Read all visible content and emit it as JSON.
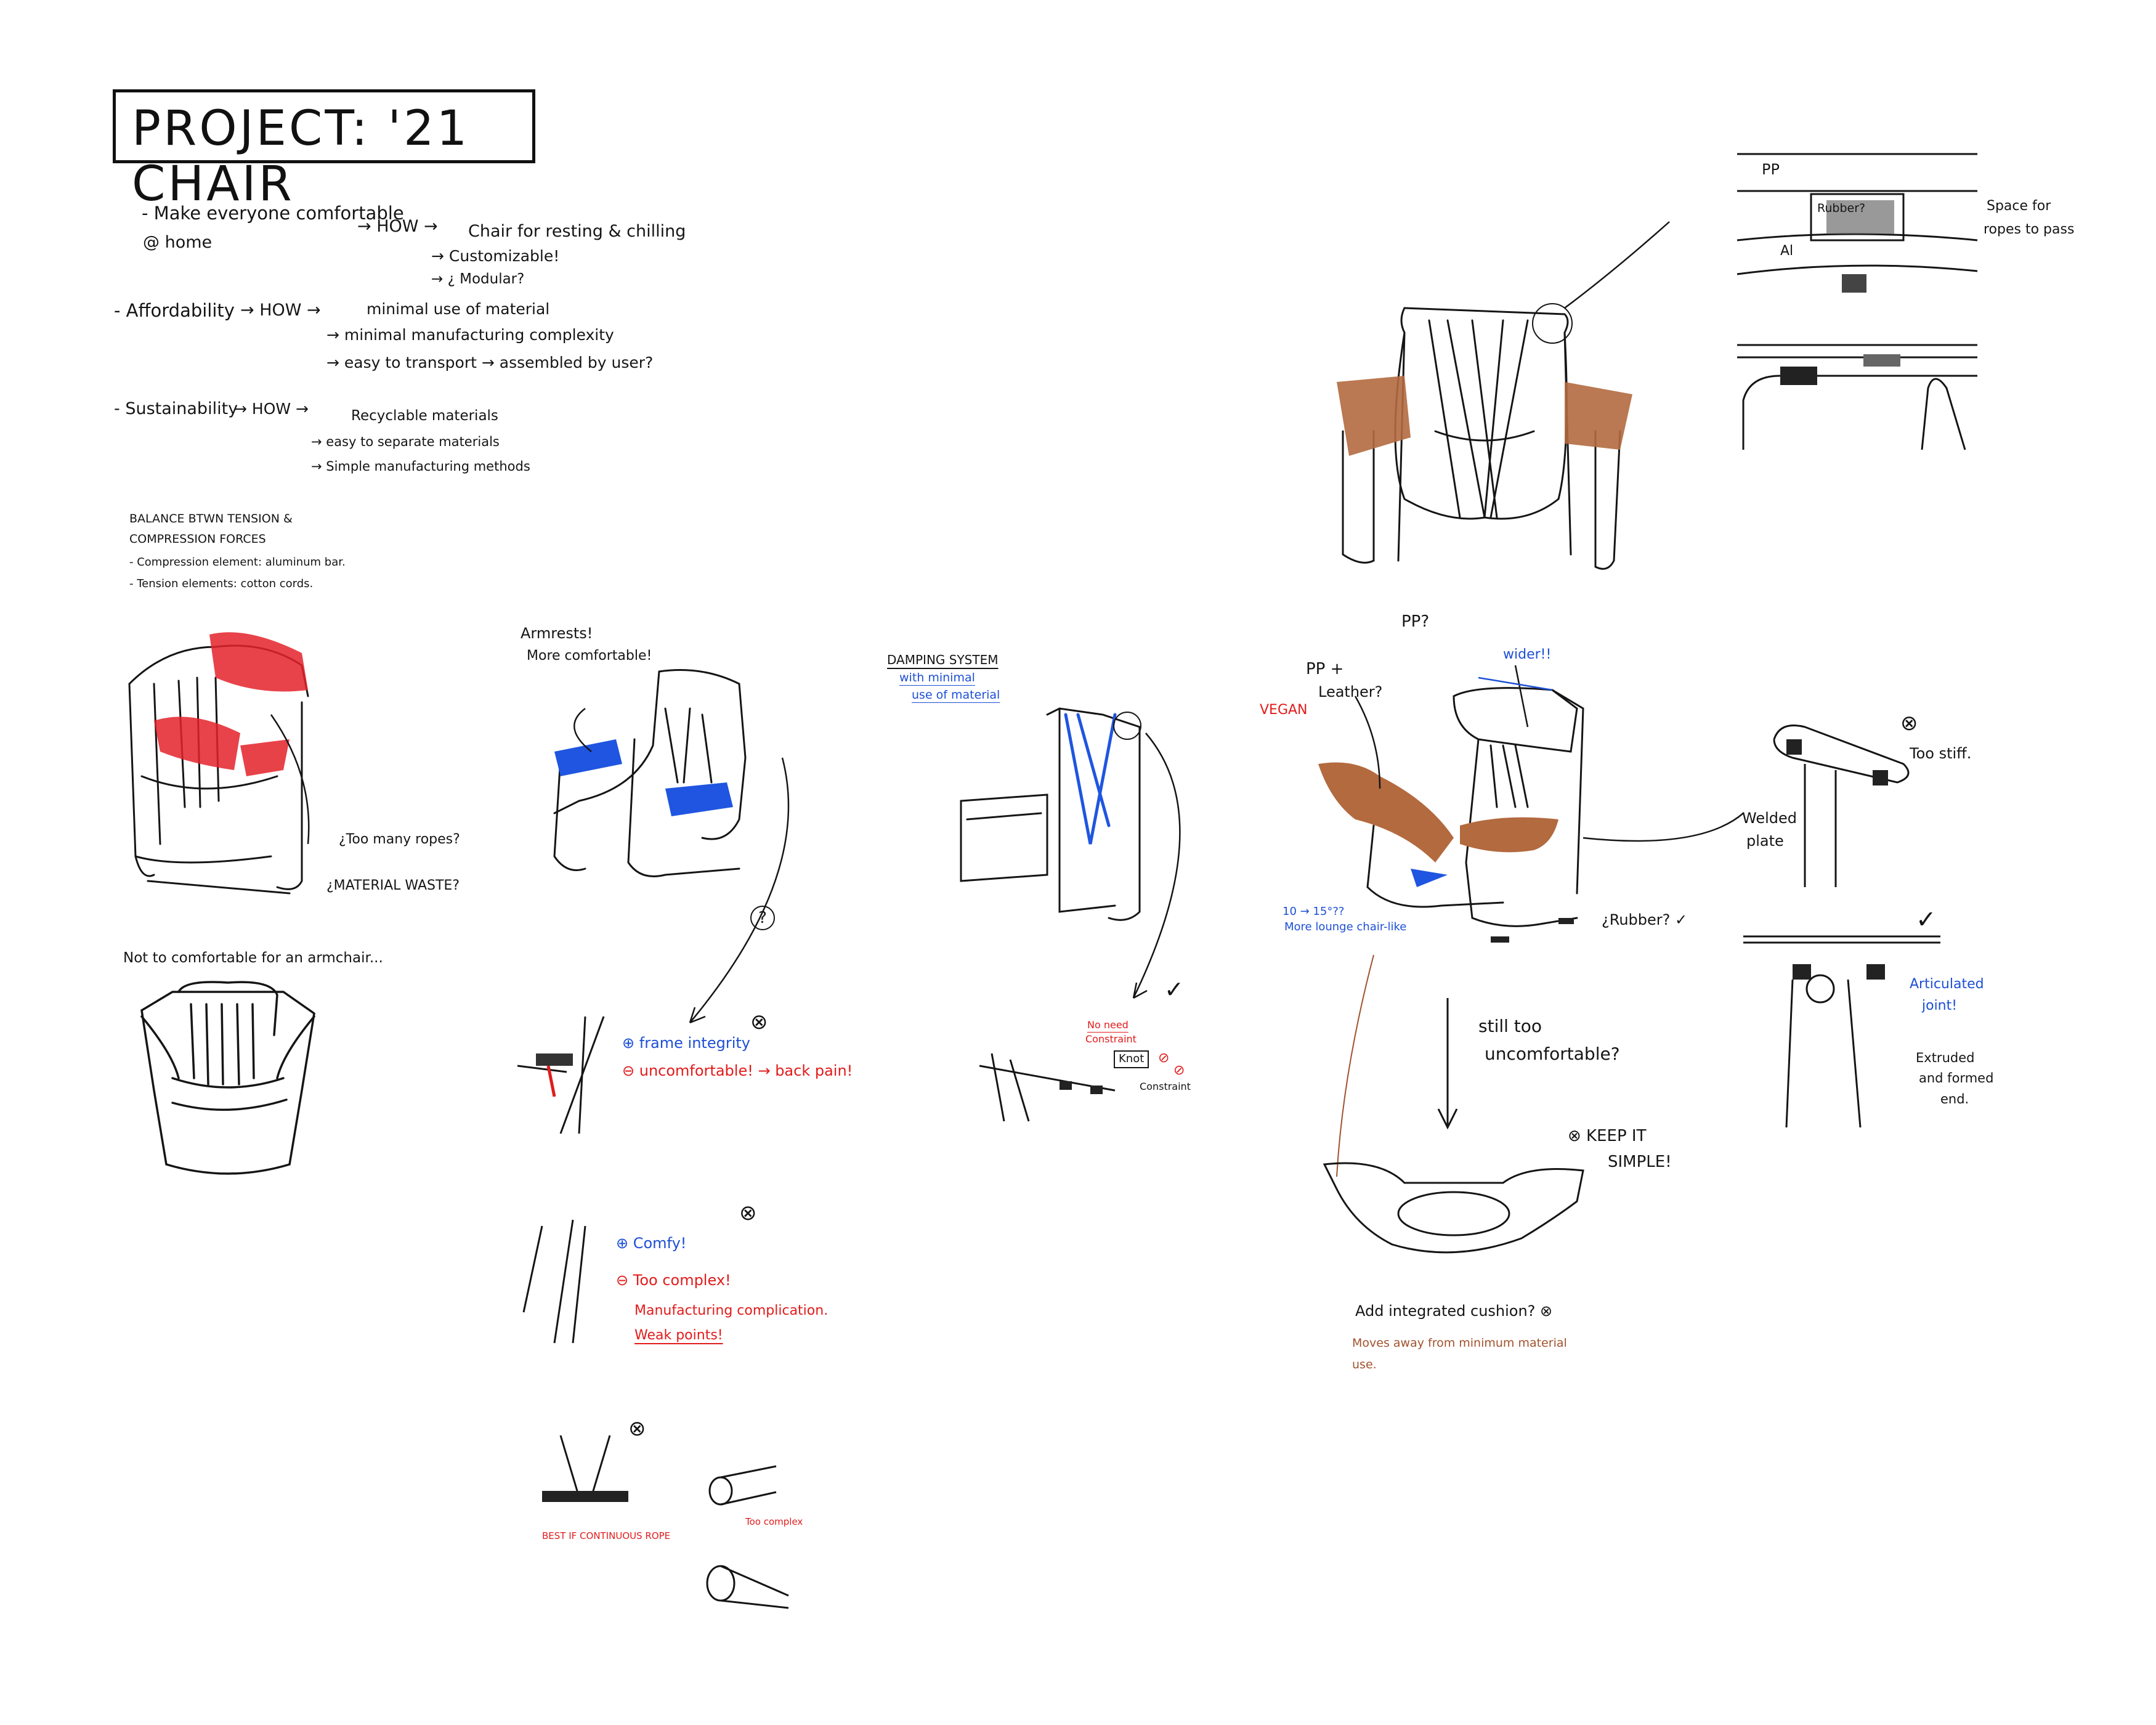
{
  "title": "PROJECT: '21 CHAIR",
  "goals": [
    {
      "label": "- Make everyone comfortable",
      "sub": "@ home",
      "how": "→ HOW →",
      "items": [
        "Chair for resting & chilling",
        "→ Customizable!",
        "→ ¿ Modular?"
      ]
    },
    {
      "label": "- Affordability",
      "how": "→ HOW →",
      "items": [
        "minimal use of material",
        "→ minimal manufacturing complexity",
        "→ easy to transport → assembled by user?"
      ]
    },
    {
      "label": "- Sustainability",
      "how": "→ HOW →",
      "items": [
        "Recyclable materials",
        "→ easy to separate materials",
        "→ Simple manufacturing methods"
      ]
    }
  ],
  "balance": {
    "title_1": "BALANCE BTWN TENSION &",
    "title_2": "COMPRESSION FORCES",
    "item_1": "- Compression element: aluminum bar.",
    "item_2": "- Tension elements: cotton cords."
  },
  "notes": {
    "too_many_ropes": "¿Too many ropes?",
    "material_waste": "¿MATERIAL WASTE?",
    "not_comfortable": "Not to comfortable for an armchair...",
    "armrests_1": "Armrests!",
    "armrests_2": "More comfortable!",
    "question": "?",
    "frame_integrity": "⊕ frame integrity",
    "uncomfortable": "⊖ uncomfortable! → back pain!",
    "comfy": "⊕ Comfy!",
    "too_complex": "⊖ Too complex!",
    "manufacturing_complication": "Manufacturing complication.",
    "weak_points": "Weak points!",
    "best_if_continuous": "BEST IF CONTINUOUS ROPE",
    "too_complex_small": "Too complex",
    "damping_1": "DAMPING SYSTEM",
    "damping_2": "with minimal",
    "damping_3": "use of material",
    "no_need_1": "No need",
    "no_need_2": "Constraint",
    "knot": "Knot",
    "constraint": "Constraint",
    "pp_vegan_1": "PP +",
    "pp_vegan_2": "VEGAN",
    "pp_vegan_3": "Leather?",
    "pp_question": "PP?",
    "wider": "wider!!",
    "angle_1": "10 → 15°??",
    "angle_2": "More lounge chair-like",
    "rubber_bottom": "¿Rubber? ✓",
    "still_too_1": "still too",
    "still_too_2": "uncomfortable?",
    "keep_simple_1": "⊗ KEEP IT",
    "keep_simple_2": "SIMPLE!",
    "add_cushion": "Add integrated cushion? ⊗",
    "moves_away_1": "Moves away from minimum material",
    "moves_away_2": "use.",
    "pp_label": "PP",
    "rubber_label": "Rubber?",
    "al_label": "Al",
    "space_1": "Space for",
    "space_2": "ropes to pass",
    "too_stiff": "Too stiff.",
    "welded_1": "Welded",
    "welded_2": "plate",
    "articulated_1": "Articulated",
    "articulated_2": "joint!",
    "extruded_1": "Extruded",
    "extruded_2": "and formed",
    "extruded_3": "end."
  },
  "colors": {
    "ink": "#151515",
    "red": "#e21b1b",
    "blue": "#1d4fd6",
    "brown": "#a0522d",
    "leather": "#b36a3f"
  }
}
